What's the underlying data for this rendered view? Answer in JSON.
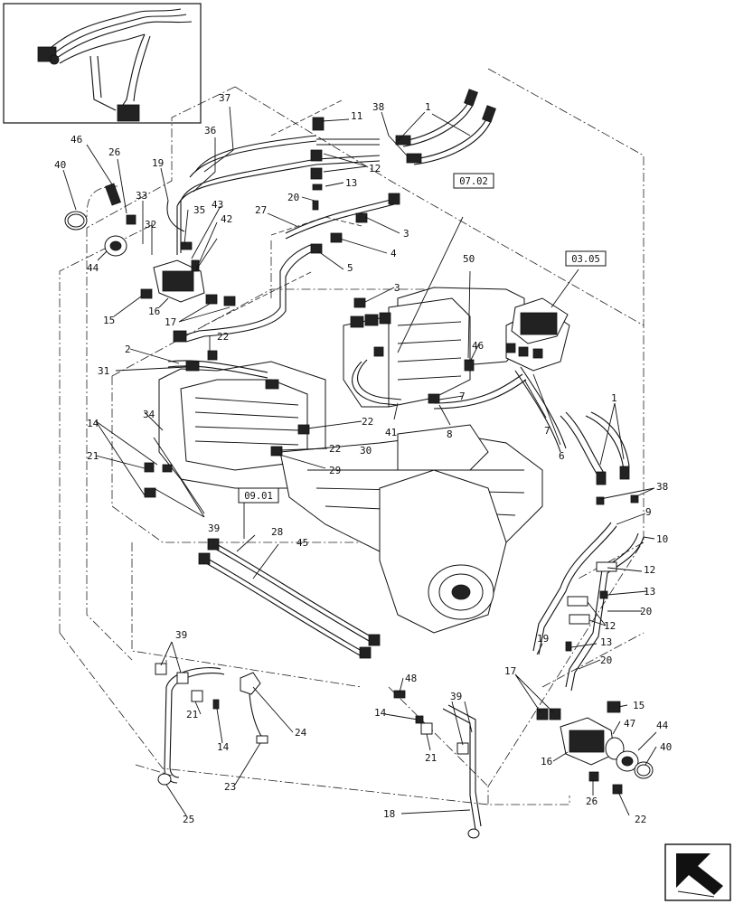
{
  "ref_boxes": [
    {
      "id": "ref-07-02",
      "text": "07.02"
    },
    {
      "id": "ref-03-05",
      "text": "03.05"
    },
    {
      "id": "ref-09-01",
      "text": "09.01"
    }
  ],
  "callouts": [
    "1",
    "2",
    "3",
    "4",
    "5",
    "6",
    "7",
    "8",
    "9",
    "10",
    "11",
    "12",
    "13",
    "14",
    "15",
    "16",
    "17",
    "18",
    "19",
    "20",
    "21",
    "22",
    "23",
    "24",
    "25",
    "26",
    "27",
    "28",
    "29",
    "30",
    "31",
    "32",
    "33",
    "34",
    "35",
    "36",
    "37",
    "38",
    "39",
    "40",
    "41",
    "42",
    "43",
    "44",
    "45",
    "46",
    "47",
    "48",
    "50"
  ],
  "icons": {
    "inset": "overview-inset-icon",
    "nav": "navigation-arrow-icon"
  }
}
